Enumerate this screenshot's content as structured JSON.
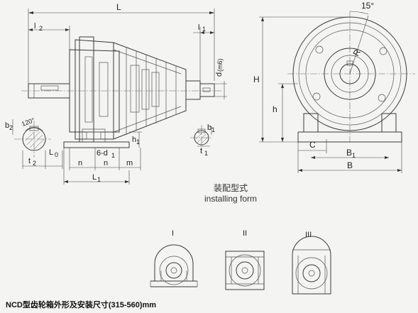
{
  "dims": {
    "L": "L",
    "l2": "l",
    "l2_sub": "2",
    "l1": "l",
    "l1_sub": "1",
    "d": "d",
    "d_sub": "(m6)",
    "b2": "b",
    "b2_sub": "2",
    "angle120": "120°",
    "t2": "t",
    "t2_sub": "2",
    "L0": "L",
    "L0_sub": "0",
    "n1": "n",
    "n2": "n",
    "m": "m",
    "six_d1": "6-d",
    "six_d1_sub": "1",
    "h1": "h",
    "h1_sub": "1",
    "L1": "L",
    "L1_sub": "1",
    "b1": "b",
    "b1_sub": "1",
    "t1": "t",
    "t1_sub": "1",
    "angle15": "15°",
    "R": "R",
    "H": "H",
    "h": "h",
    "C": "C",
    "B1": "B",
    "B1_sub": "1",
    "B": "B"
  },
  "install": {
    "title_zh": "装配型式",
    "title_en": "installing form",
    "types": [
      "I",
      "II",
      "III"
    ]
  },
  "caption": "NCD型齿轮箱外形及安装尺寸(315-560)mm"
}
